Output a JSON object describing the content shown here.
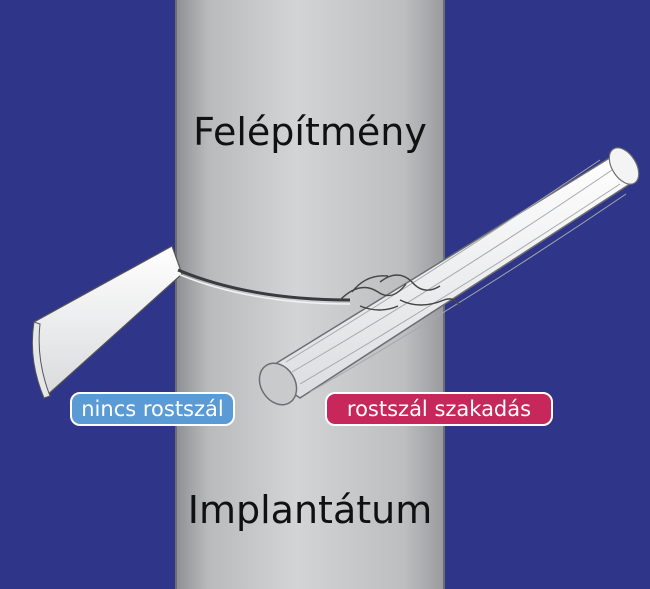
{
  "labels": {
    "top": "Felépítmény",
    "bottom": "Implantátum",
    "left_tag": "nincs rostszál",
    "right_tag": "rostszál szakadás"
  },
  "colors": {
    "background": "#2f3689",
    "post": "#c8c9cb",
    "left_tag_fill": "#5b9bd5",
    "right_tag_fill": "#c8275c",
    "tag_border": "#ffffff",
    "text_dark": "#111111"
  }
}
